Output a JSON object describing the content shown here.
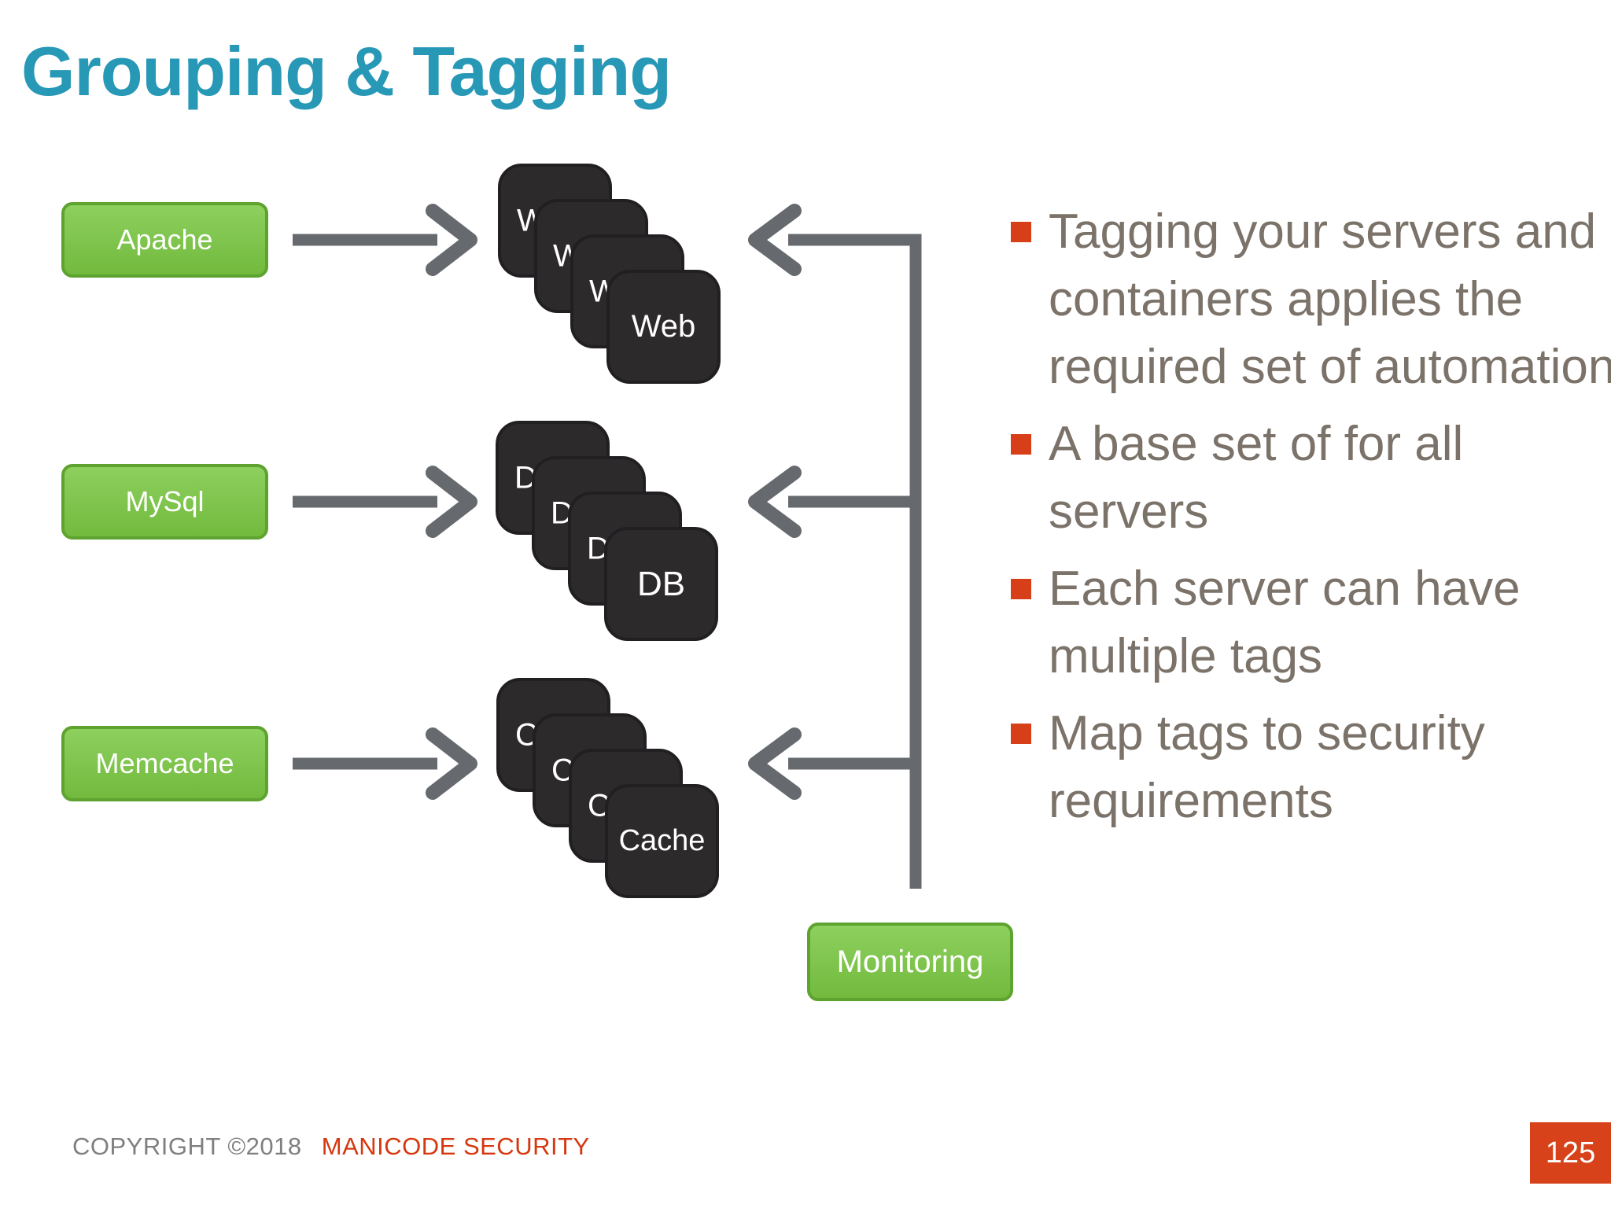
{
  "title": "Grouping & Tagging",
  "diagram": {
    "groups": [
      {
        "label": "Apache"
      },
      {
        "label": "MySql"
      },
      {
        "label": "Memcache"
      }
    ],
    "stacks": [
      {
        "label": "Web",
        "card_count": 4
      },
      {
        "label": "DB",
        "card_count": 4
      },
      {
        "label": "Cache",
        "card_count": 4
      }
    ],
    "monitoring": {
      "label": "Monitoring"
    }
  },
  "bullets": [
    "Tagging your servers and containers applies the required set of automation",
    "A base set of for all servers",
    "Each server can have multiple tags",
    "Map tags to security requirements"
  ],
  "footer": {
    "copyright": "COPYRIGHT ©2018",
    "company": "MANICODE SECURITY",
    "page_number": "125"
  },
  "colors": {
    "title": "#2798b5",
    "group_fill_top": "#8dd05e",
    "group_fill_bottom": "#72ba3e",
    "group_border": "#5ea32f",
    "card_fill": "#2d2a2c",
    "arrow": "#666a6e",
    "bullet_square": "#d63f17",
    "bullet_text": "#7b7269",
    "footer_gray": "#7f7f7f",
    "accent_orange": "#d8421a"
  }
}
